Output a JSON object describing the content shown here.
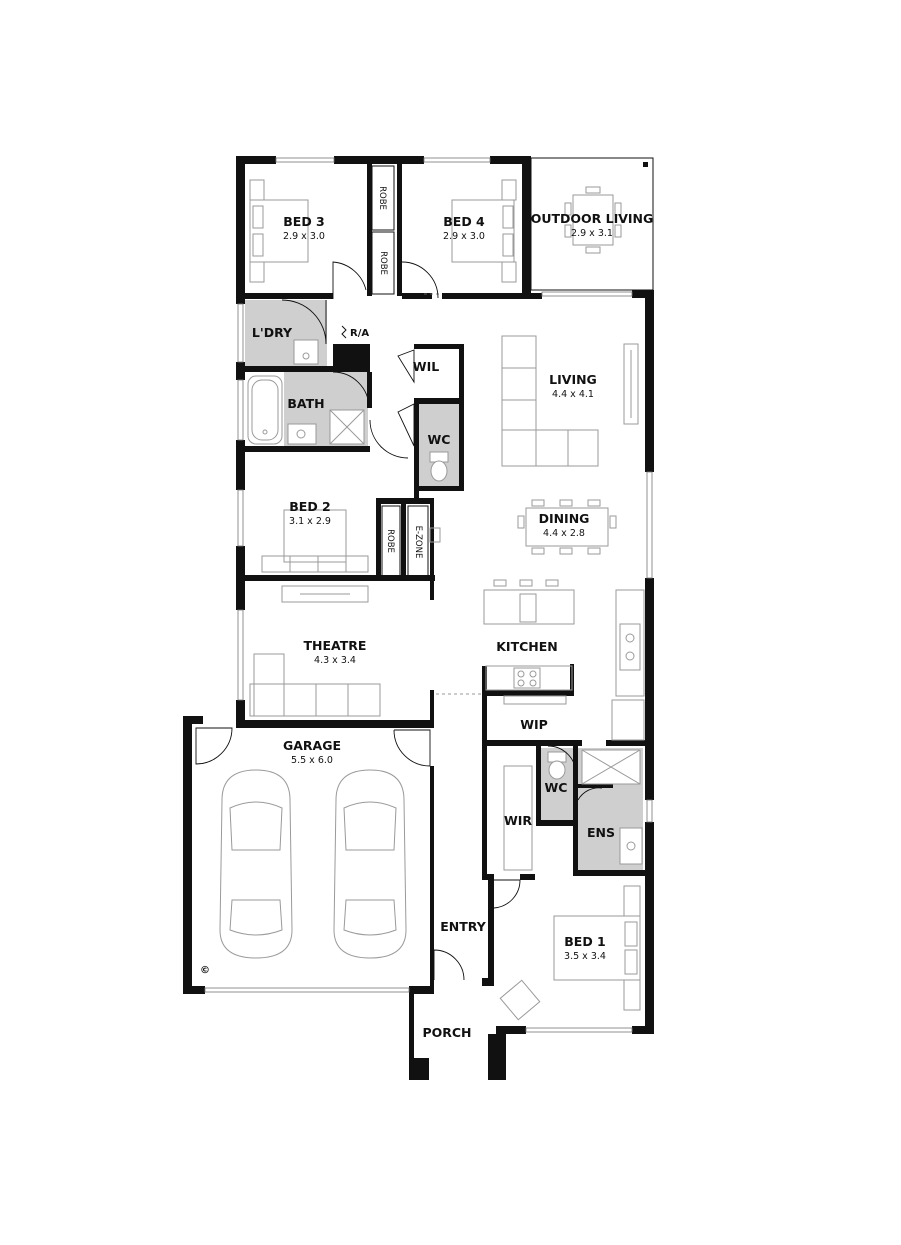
{
  "plan": {
    "rooms": {
      "bed3": {
        "name": "BED 3",
        "dims": "2.9 x 3.0"
      },
      "bed4": {
        "name": "BED 4",
        "dims": "2.9 x 3.0"
      },
      "outdoor": {
        "name": "OUTDOOR LIVING",
        "dims": "2.9 x 3.1"
      },
      "laundry": {
        "name": "L'DRY"
      },
      "bath": {
        "name": "BATH"
      },
      "wil": {
        "name": "WIL"
      },
      "wc1": {
        "name": "WC"
      },
      "living": {
        "name": "LIVING",
        "dims": "4.4 x 4.1"
      },
      "bed2": {
        "name": "BED 2",
        "dims": "3.1 x 2.9"
      },
      "dining": {
        "name": "DINING",
        "dims": "4.4 x 2.8"
      },
      "theatre": {
        "name": "THEATRE",
        "dims": "4.3 x 3.4"
      },
      "kitchen": {
        "name": "KITCHEN"
      },
      "wip": {
        "name": "WIP"
      },
      "garage": {
        "name": "GARAGE",
        "dims": "5.5 x 6.0"
      },
      "wc2": {
        "name": "WC"
      },
      "wir": {
        "name": "WIR"
      },
      "ens": {
        "name": "ENS"
      },
      "entry": {
        "name": "ENTRY"
      },
      "bed1": {
        "name": "BED 1",
        "dims": "3.5 x 3.4"
      },
      "porch": {
        "name": "PORCH"
      }
    },
    "labels": {
      "robe_bed3": "ROBE",
      "robe_bed4": "ROBE",
      "robe_bed2": "ROBE",
      "ezone": "E-ZONE",
      "ra": "R/A",
      "copyright": "©"
    }
  }
}
